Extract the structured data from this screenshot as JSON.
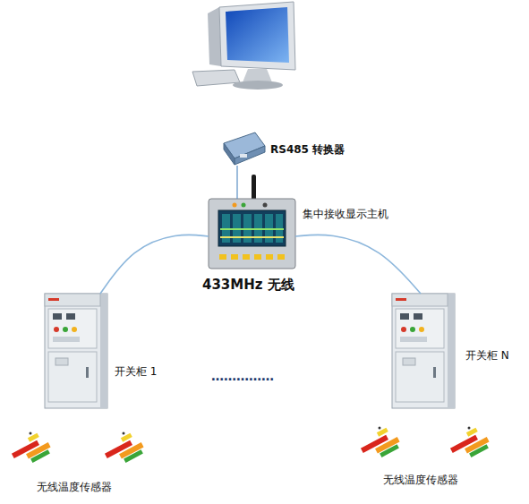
{
  "diagram": {
    "nodes": [
      {
        "text": [
          "RS485 转换器"
        ]
      },
      {
        "text": [
          "集中接收显示主机"
        ]
      },
      {
        "text": [
          "开关柜 1"
        ]
      },
      {
        "text": [
          "开关柜 N"
        ]
      },
      {
        "text": [
          "无线温度传感器"
        ]
      },
      {
        "text": [
          "无线温度传感器"
        ]
      }
    ],
    "edges": [
      {
        "from": 0,
        "to": 1,
        "arrow": "none"
      },
      {
        "from": 1,
        "to": 2,
        "arrow": "none"
      },
      {
        "from": 1,
        "to": 3,
        "arrow": "none"
      }
    ],
    "labels": [
      "433MHz 无线",
      "……………"
    ]
  }
}
